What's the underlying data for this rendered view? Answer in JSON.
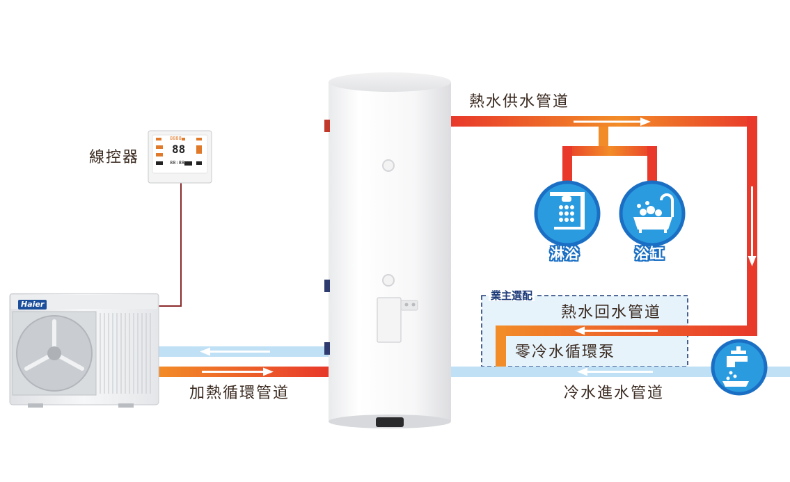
{
  "labels": {
    "controller": "線控器",
    "hot_supply": "熱水供水管道",
    "hot_return": "熱水回水管道",
    "circ_pump": "零冷水循環泵",
    "cold_inlet": "冷水進水管道",
    "heating_loop": "加熱循環管道",
    "optional": "業主選配",
    "shower": "淋浴",
    "bathtub": "浴缸",
    "brand": "Haier"
  },
  "controller_display": {
    "digits": "88",
    "top_readout": "8888",
    "bottom_readout": "88:88"
  },
  "colors": {
    "hot_pipe_start": "#e8392a",
    "hot_pipe_end": "#f28c28",
    "cold_pipe": "#bfe0f5",
    "arrow": "#ffffff",
    "control_wire": "#8b2a2a",
    "icon_ring": "#1a6fc4",
    "icon_fill": "#2b9be0",
    "optional_border": "#1d3a78",
    "optional_fill": "#e6f3fb"
  },
  "icons": {
    "shower": "shower-icon",
    "bathtub": "bathtub-icon",
    "faucet": "faucet-icon"
  }
}
